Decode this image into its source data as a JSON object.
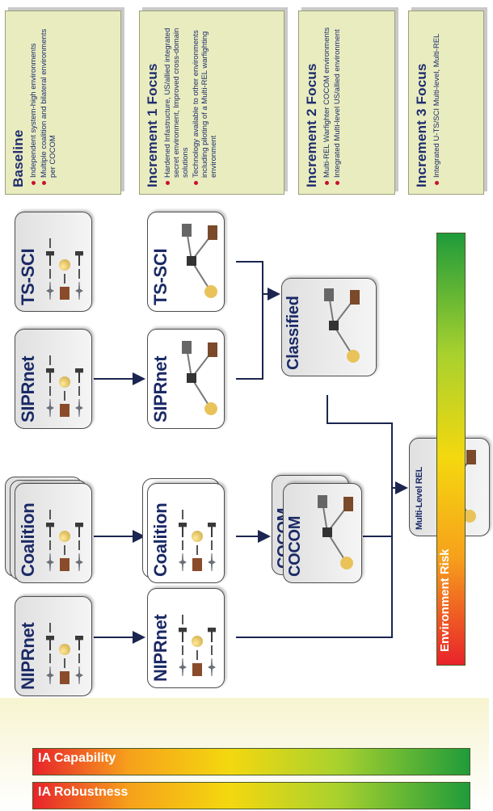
{
  "focus_boxes": [
    {
      "title": "Baseline",
      "items": [
        "Independent system-high environments",
        "Multiple coalition and bilateral environments per COCOM"
      ]
    },
    {
      "title": "Increment 1 Focus",
      "items": [
        "Hardened Infastructure, US/allied integrated secret environment, Improved cross-domain solutions",
        "Technology available to other environments including piloting of a Multi-REL warfighting environment"
      ]
    },
    {
      "title": "Increment 2 Focus",
      "items": [
        "Multi-REL Warfighter COCOM environments",
        "Integrated Multi-level US/allied environment"
      ]
    },
    {
      "title": "Increment 3 Focus",
      "items": [
        "Integrated U-TS/SCI Multi-level, Multi-REL"
      ]
    }
  ],
  "nodes": {
    "baseline": {
      "nipr": "NIPRnet",
      "coalition": "Coalition",
      "sipr": "SIPRnet",
      "tssci": "TS-SCI"
    },
    "increment1": {
      "nipr": "NIPRnet",
      "coalition": "Coalition",
      "sipr": "SIPRnet",
      "tssci": "TS-SCI"
    },
    "increment2": {
      "cocom_back": "COCOM",
      "cocom_front": "COCOM",
      "classified": "Classified"
    },
    "increment3": {
      "multilevel": "Multi-Level REL"
    }
  },
  "bars": {
    "ia_capability": "IA Capability",
    "ia_robustness": "IA Robustness",
    "environment_risk": "Environment Risk"
  },
  "colors": {
    "title_navy": "#1f2d6e",
    "box_fill": "#e9ecbf",
    "gradient_low": "#e8232b",
    "gradient_mid": "#f4d80f",
    "gradient_high": "#1f9b3a"
  }
}
